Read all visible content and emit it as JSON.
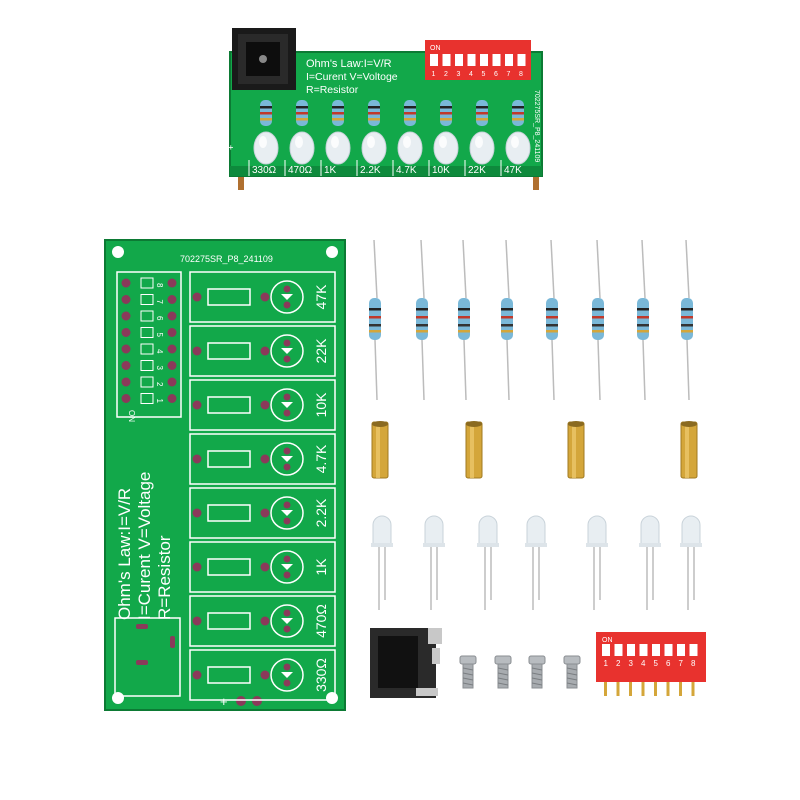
{
  "colors": {
    "pcb_green": "#12a84a",
    "pcb_dark": "#0e8a3c",
    "silkscreen": "#ffffff",
    "pad_purple": "#8a3a5a",
    "dip_red": "#e8322e",
    "brass": "#d4a63a",
    "resistor_blue": "#7ab8d8",
    "led_clear": "#e8eef2"
  },
  "assembled_board": {
    "law_line1": "Ohm's Law:I=V/R",
    "law_line2": "I=Curent   V=Voltoge",
    "law_line3": "R=Resistor",
    "switch_on": "ON",
    "switch_numbers": [
      "1",
      "2",
      "3",
      "4",
      "5",
      "6",
      "7",
      "8"
    ],
    "part_code": "702275SR_P8_241109",
    "plus_sign": "+",
    "resistor_values": [
      "330Ω",
      "470Ω",
      "1K",
      "2.2K",
      "4.7K",
      "10K",
      "22K",
      "47K"
    ]
  },
  "bare_board": {
    "part_code": "702275SR_P8_241109",
    "law_line1": "Ohm's Law:I=V/R",
    "law_line2": "I=Curent   V=Voltage",
    "law_line3": "R=Resistor",
    "switch_on": "ON",
    "switch_numbers": [
      "1",
      "2",
      "3",
      "4",
      "5",
      "6",
      "7",
      "8"
    ],
    "plus_sign": "+",
    "resistor_values": [
      "47K",
      "22K",
      "10K",
      "4.7K",
      "2.2K",
      "1K",
      "470Ω",
      "330Ω"
    ]
  },
  "loose_dip_switch": {
    "on_label": "ON",
    "numbers": [
      "1",
      "2",
      "3",
      "4",
      "5",
      "6",
      "7",
      "8"
    ]
  },
  "component_counts": {
    "resistors": 8,
    "standoffs": 4,
    "leds": 7,
    "screws": 4
  }
}
